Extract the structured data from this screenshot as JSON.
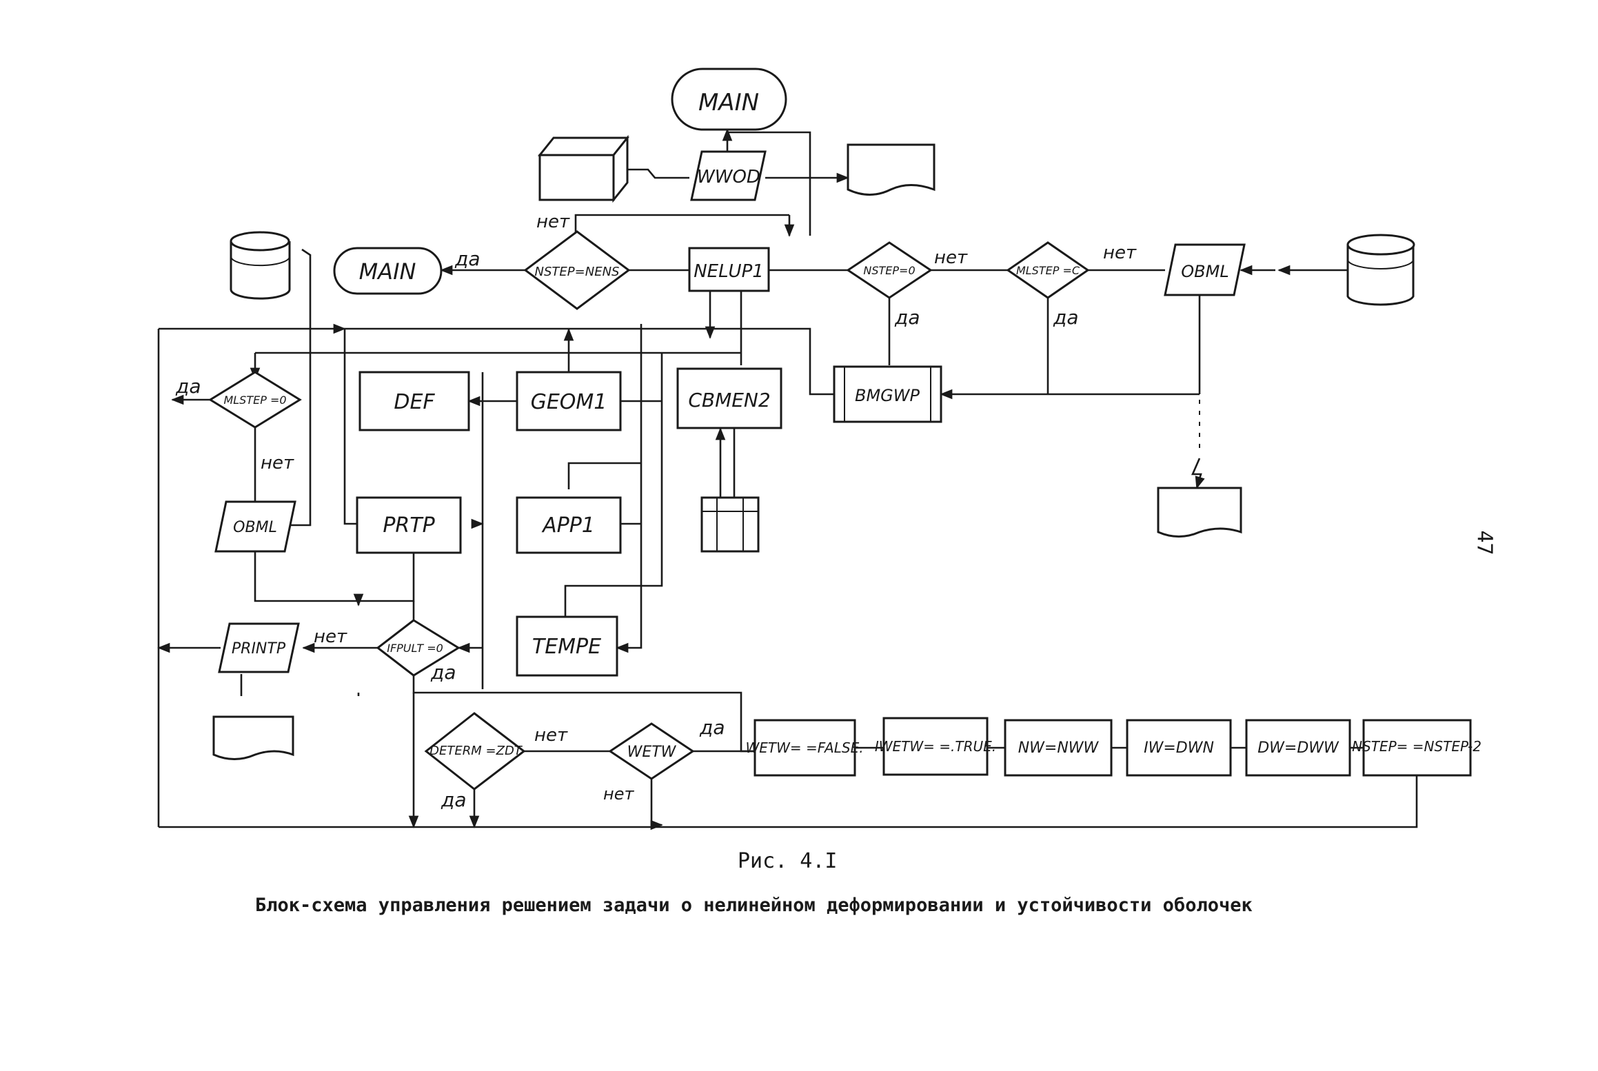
{
  "diagram": {
    "main_top": "MAIN",
    "main_left": "MAIN",
    "wwod": "WWOD",
    "nstep_neno": "NSTEP=NENS",
    "nelup1": "NELUP1",
    "nstep0": "NSTEP=0",
    "mlstep0_right": "MLSTEP =C",
    "obml_right": "OBML",
    "bmgwp": "BMGWP",
    "mlstep0_left": "MLSTEP =0",
    "def": "DEF",
    "geom1": "GEOM1",
    "cbmen2": "CBMEN2",
    "obml_left": "OBML",
    "prtp": "PRTP",
    "app1": "APP1",
    "tempe": "TEMPE",
    "printp": "PRINTP",
    "ifpult": "IFPULT =0",
    "determ": "DETERM =ZDT",
    "wetw": "WETW",
    "wetw_false": "WETW= =FALSE.",
    "iwetw_true": "IWETW= =.TRUE.",
    "nw_nww": "NW=NWW",
    "iw_dwn": "IW=DWN",
    "dw_dww": "DW=DWW",
    "nstep_nstep2": "NSTEP= =NSTEP-2",
    "no": "нет",
    "yes": "да"
  },
  "page_number": "47",
  "caption": {
    "figure": "Рис. 4.I",
    "title": "Блок-схема управления решением задачи о нелинейном деформировании и устойчивости оболочек"
  }
}
